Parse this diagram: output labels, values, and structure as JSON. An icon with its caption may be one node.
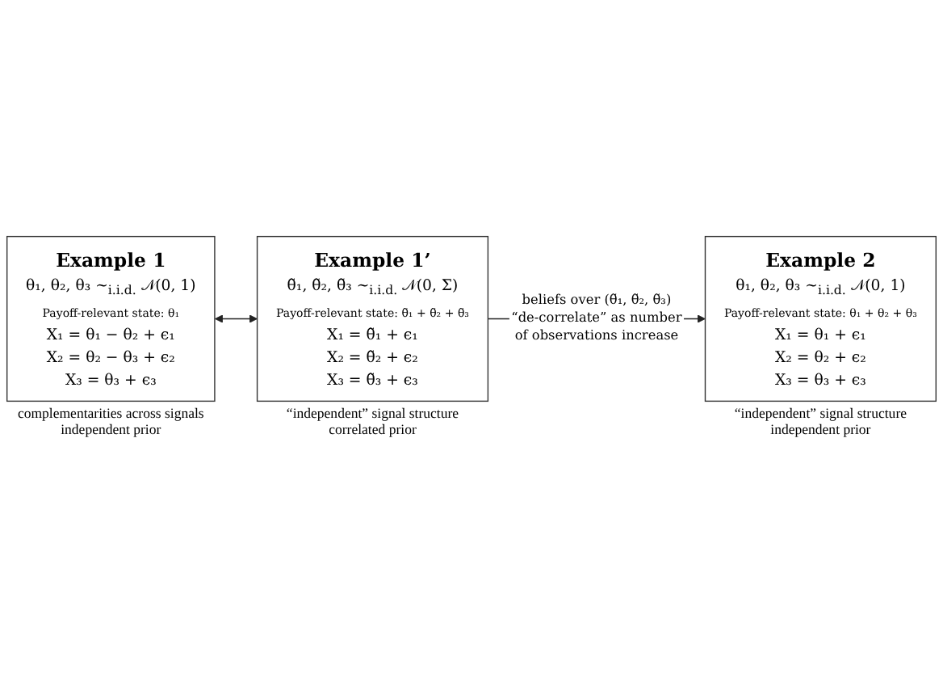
{
  "diagram": {
    "nodes": [
      {
        "text": [
          "Example 1",
          "θ₁, θ₂, θ₃ ∼$_{i.i.d.}$ 𝒩(0, 1)",
          "Payoff-relevant state: θ₁",
          "X₁ = θ₁ − θ₂ + ϵ₁",
          "X₂ = θ₂ − θ₃ + ϵ₂",
          "X₃ = θ₃ + ϵ₃"
        ],
        "beside": [
          "complementarities across signals",
          "independent prior"
        ]
      },
      {
        "text": [
          "Example 1’",
          "θ̃₁, θ̃₂, θ̃₃ ∼$_{i.i.d.}$ 𝒩(0, Σ)",
          "Payoff-relevant state: θ̃₁ + θ̃₂ + θ̃₃",
          "X₁ = θ̃₁ + ϵ₁",
          "X₂ = θ̃₂ + ϵ₂",
          "X₃ = θ̃₃ + ϵ₃"
        ],
        "beside": [
          "“independent” signal structure",
          "correlated prior"
        ]
      },
      {
        "text": [
          "Example 2",
          "θ₁, θ₂, θ₃ ∼$_{i.i.d.}$ 𝒩(0, 1)",
          "Payoff-relevant state: θ₁ + θ₂ + θ₃",
          "X₁ = θ₁ + ϵ₁",
          "X₂ = θ₂ + ϵ₂",
          "X₃ = θ₃ + ϵ₃"
        ],
        "beside": [
          "“independent” signal structure",
          "independent prior"
        ]
      }
    ],
    "edges": [
      {
        "from": 0,
        "to": 1,
        "arrow": "both"
      },
      {
        "from": 1,
        "to": 2,
        "arrow": "to",
        "label": "beliefs over (θ̃₁, θ̃₂, θ̃₃) “de-correlate” as number of observations increase"
      }
    ]
  }
}
